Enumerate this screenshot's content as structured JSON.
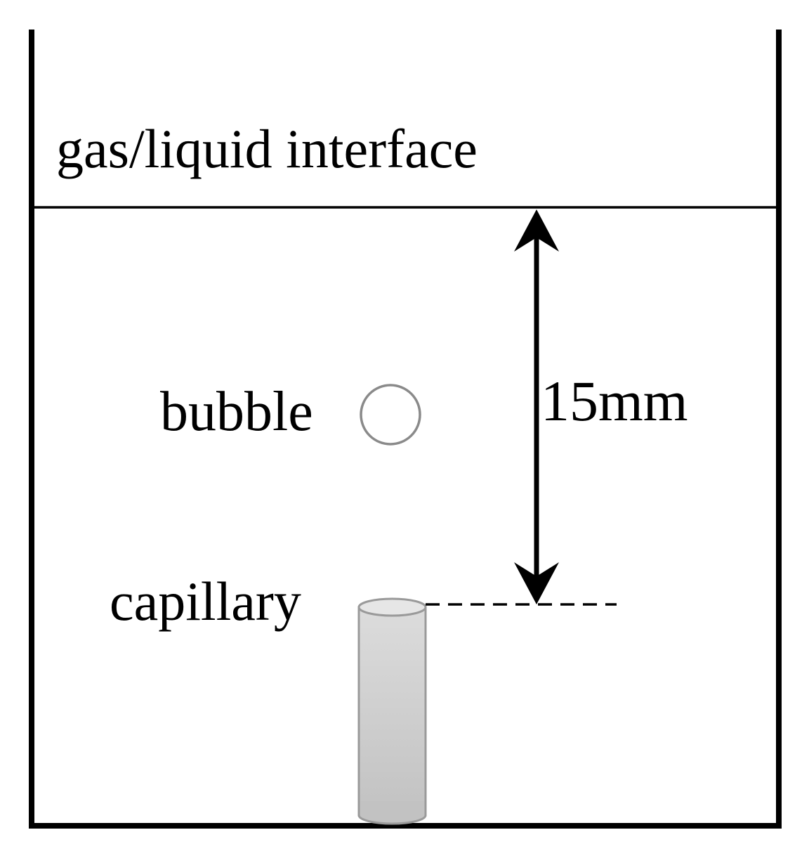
{
  "labels": {
    "interface": "gas/liquid interface",
    "bubble": "bubble",
    "capillary": "capillary",
    "distance": "15mm"
  },
  "colors": {
    "stroke": "#000000",
    "bubble_outline": "#8a8a8a",
    "capillary_fill_top": "#e6e6e6",
    "capillary_fill_bottom": "#c4c4c4",
    "capillary_outline": "#9a9a9a"
  }
}
